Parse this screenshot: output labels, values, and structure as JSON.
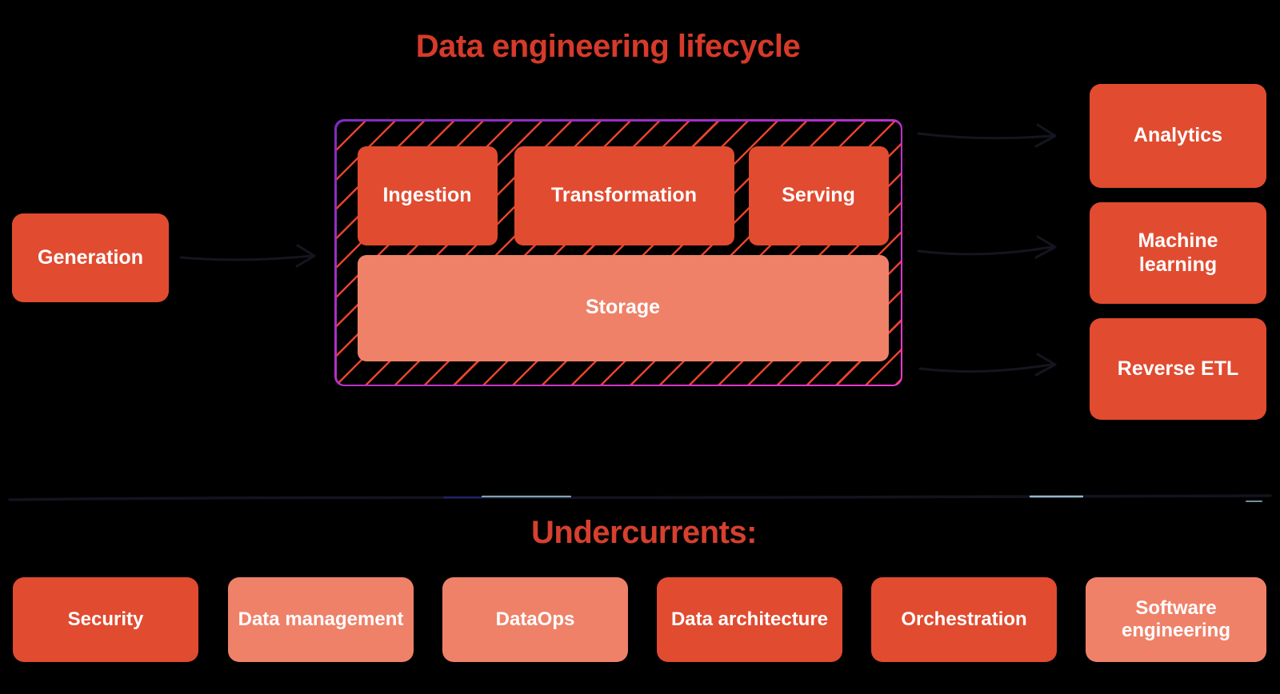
{
  "title": "Data engineering lifecycle",
  "generation": {
    "label": "Generation"
  },
  "lifecycle": {
    "stages": [
      {
        "label": "Ingestion",
        "variant": "solid"
      },
      {
        "label": "Transformation",
        "variant": "solid"
      },
      {
        "label": "Serving",
        "variant": "solid"
      }
    ],
    "storage": {
      "label": "Storage",
      "variant": "light"
    }
  },
  "outputs": [
    {
      "label": "Analytics"
    },
    {
      "label": "Machine learning"
    },
    {
      "label": "Reverse ETL"
    }
  ],
  "undercurrents": {
    "title": "Undercurrents:",
    "items": [
      {
        "label": "Security",
        "variant": "solid"
      },
      {
        "label": "Data management",
        "variant": "light"
      },
      {
        "label": "DataOps",
        "variant": "light"
      },
      {
        "label": "Data architecture",
        "variant": "solid"
      },
      {
        "label": "Orchestration",
        "variant": "solid"
      },
      {
        "label": "Software engineering",
        "variant": "light"
      }
    ]
  },
  "colors": {
    "background": "#000000",
    "box_solid": "#e14b30",
    "box_light": "#ef8169",
    "title_red": "#d53a2a",
    "undercurrents_red": "#d6402e",
    "hatch_red": "#e8432c",
    "frame_purple": "#7f2bbf",
    "frame_magenta": "#ef3bca",
    "arrow_ink": "#15151f",
    "label_text": "#ffffff"
  }
}
